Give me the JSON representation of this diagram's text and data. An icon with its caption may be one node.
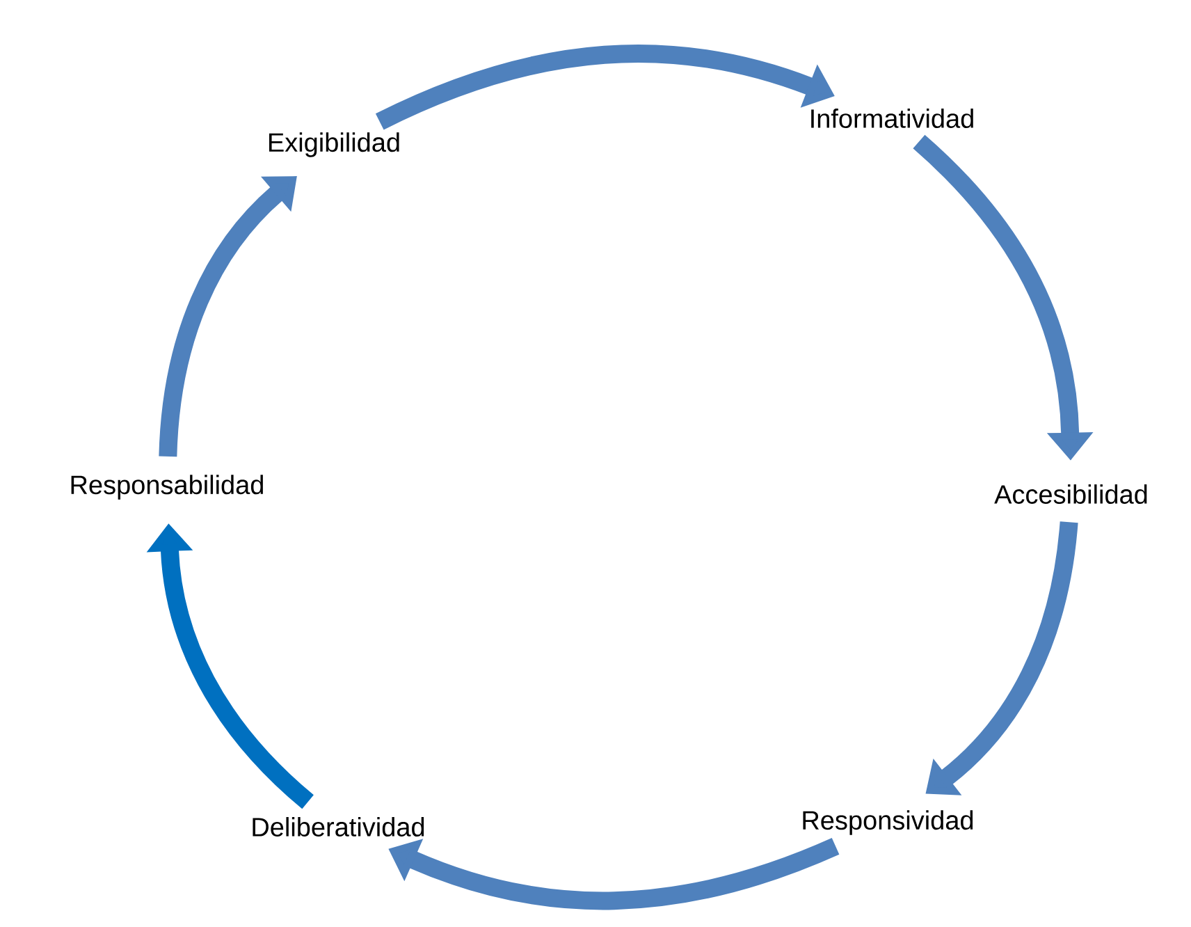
{
  "diagram": {
    "nodes": [
      {
        "text": [
          "Informatividad"
        ]
      },
      {
        "text": [
          "Accesibilidad"
        ]
      },
      {
        "text": [
          "Responsividad"
        ]
      },
      {
        "text": [
          "Deliberatividad"
        ]
      },
      {
        "text": [
          "Responsabilidad"
        ]
      },
      {
        "text": [
          "Exigibilidad"
        ]
      }
    ],
    "edges": [
      {
        "from": 0,
        "to": 1,
        "arrow": "to"
      },
      {
        "from": 1,
        "to": 2,
        "arrow": "to"
      },
      {
        "from": 2,
        "to": 3,
        "arrow": "to"
      },
      {
        "from": 3,
        "to": 4,
        "arrow": "to",
        "color": "#0070c0"
      },
      {
        "from": 4,
        "to": 5,
        "arrow": "to"
      },
      {
        "from": 5,
        "to": 0,
        "arrow": "to"
      }
    ]
  }
}
